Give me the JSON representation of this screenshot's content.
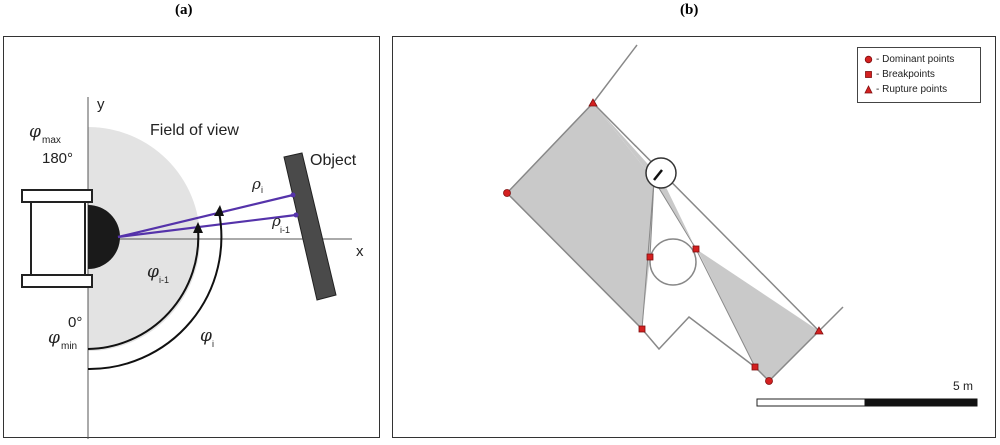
{
  "panel_a": {
    "caption": "(a)",
    "y_axis": "y",
    "x_axis": "x",
    "field_of_view": "Field of view",
    "object": "Object",
    "phi_max_symbol": "φ",
    "phi_max_sub": "max",
    "angle_180": "180°",
    "angle_0": "0°",
    "phi_min_symbol": "φ",
    "phi_min_sub": "min",
    "rho_symbol": "ρ",
    "rho_i_sub": "i",
    "rho_i1_sub": "i-1",
    "phi_symbol": "φ",
    "phi_i_sub": "i",
    "phi_i1_sub": "i-1"
  },
  "panel_b": {
    "caption": "(b)",
    "legend": [
      {
        "label": "- Dominant points",
        "marker": "circle-marker"
      },
      {
        "label": "- Breakpoints",
        "marker": "square-marker"
      },
      {
        "label": "- Rupture points",
        "marker": "triangle-marker"
      }
    ],
    "scale_label": "5 m",
    "colors": {
      "marker": "#d42020",
      "region": "#c8c8c8",
      "beam": "#5533aa"
    }
  }
}
